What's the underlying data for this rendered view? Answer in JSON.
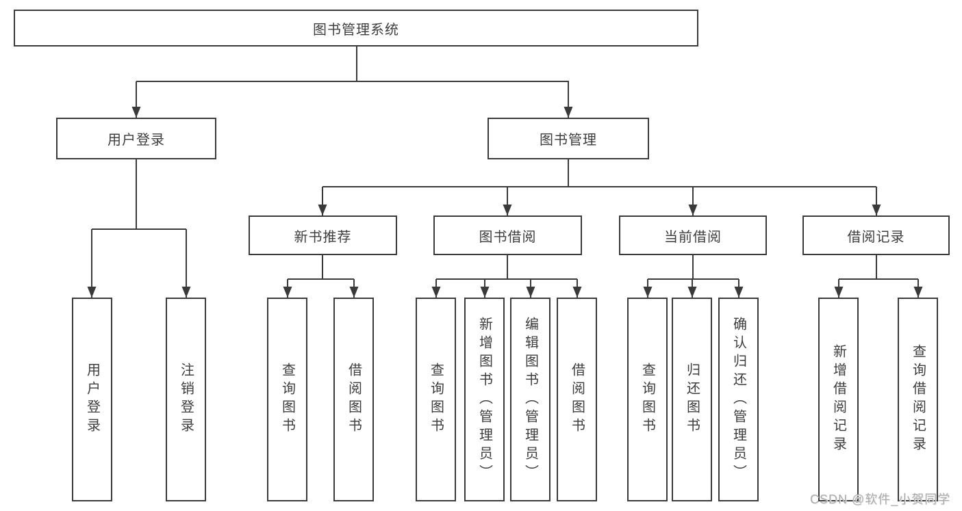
{
  "diagram": {
    "root": "图书管理系统",
    "level2": {
      "user_login": "用户登录",
      "book_mgmt": "图书管理"
    },
    "level3": {
      "new_books": "新书推荐",
      "book_borrow": "图书借阅",
      "current_borrow": "当前借阅",
      "borrow_records": "借阅记录"
    },
    "leaves": {
      "user_login": [
        "用户登录",
        "注销登录"
      ],
      "new_books": [
        "查询图书",
        "借阅图书"
      ],
      "book_borrow": [
        "查询图书",
        "新增图书（管理员）",
        "编辑图书（管理员）",
        "借阅图书"
      ],
      "current_borrow": [
        "查询图书",
        "归还图书",
        "确认归还（管理员）"
      ],
      "borrow_records": [
        "新增借阅记录",
        "查询借阅记录"
      ]
    }
  },
  "watermark": "CSDN @软件_小贺同学",
  "colors": {
    "line": "#3a3a3a",
    "box_background": "#ffffff",
    "text": "#3d3d3d",
    "watermark": "#ababab"
  }
}
